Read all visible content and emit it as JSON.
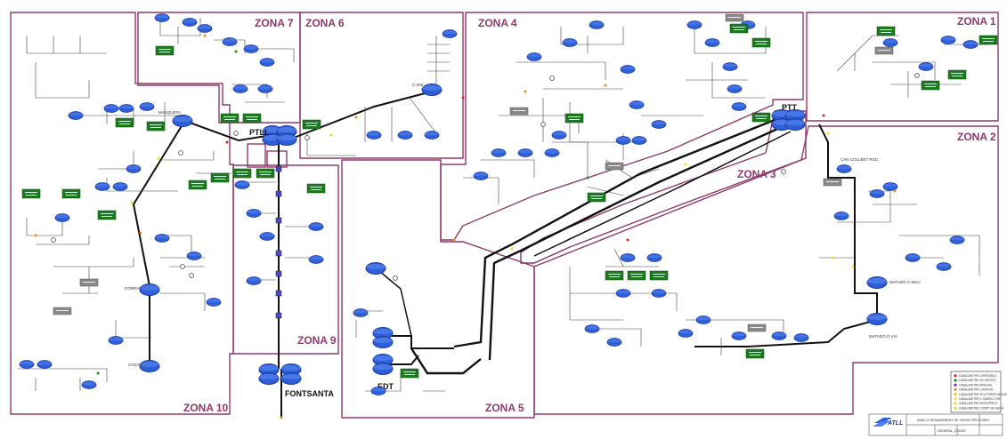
{
  "colors": {
    "zone_border": "#8e3a6b",
    "zone_label": "#8e3a6b",
    "tank": "#2e5fd8",
    "tank_dark": "#1c3c9c",
    "green_box": "#1d7a1d",
    "gray_box": "#8a8a8a",
    "pipe": "#222222",
    "pump": "#4a4ac8"
  },
  "zones": [
    {
      "id": "zona-1",
      "label": "ZONA 1"
    },
    {
      "id": "zona-2",
      "label": "ZONA 2"
    },
    {
      "id": "zona-3",
      "label": "ZONA 3"
    },
    {
      "id": "zona-4",
      "label": "ZONA 4"
    },
    {
      "id": "zona-5",
      "label": "ZONA 5"
    },
    {
      "id": "zona-6",
      "label": "ZONA 6"
    },
    {
      "id": "zona-7",
      "label": "ZONA 7"
    },
    {
      "id": "zona-9",
      "label": "ZONA 9"
    },
    {
      "id": "zona-10",
      "label": "ZONA 10"
    }
  ],
  "stations": {
    "ptt": "PTT",
    "ptll": "PTLL",
    "edt": "EDT",
    "fontsanta": "FONTSANTA",
    "masquefa": "MASQUEFA",
    "c200": "C-200",
    "can_collbet": "CAN COLLBET ROU",
    "matadc_nou": "MATADÓ C-NOU",
    "matadc_vell": "MATADÓ C-VIA",
    "gorrat": "GORRAT",
    "costa": "COSTA"
  },
  "legend": [
    {
      "label": "CABALIMETRE DISPONIBLE",
      "color": "#e02020"
    },
    {
      "label": "CABALIMETRE DE DIPÒSIT",
      "color": "#1f8a1f"
    },
    {
      "label": "CABALIMETRE BRUGAS",
      "color": "#7a2ab0"
    },
    {
      "label": "CABALIMETRE CONTROL",
      "color": "#f08a1a"
    },
    {
      "label": "CABALIMETRE RCA TORRE DE AIGUA",
      "color": "#e8c020"
    },
    {
      "label": "CABALIMETRE D.SUBSECTOR",
      "color": "#e8e020"
    },
    {
      "label": "CABALIMETRE MICROPRINT",
      "color": "#f0d040"
    },
    {
      "label": "CABALIMETRE COMPT DE BAIXA",
      "color": "#d8d040"
    }
  ],
  "title_block": {
    "logo": "ATLL",
    "title": "ANELLS REMUNEMENT DE XARXA PER ZONES",
    "row2": "GENERAL_ZONES"
  }
}
